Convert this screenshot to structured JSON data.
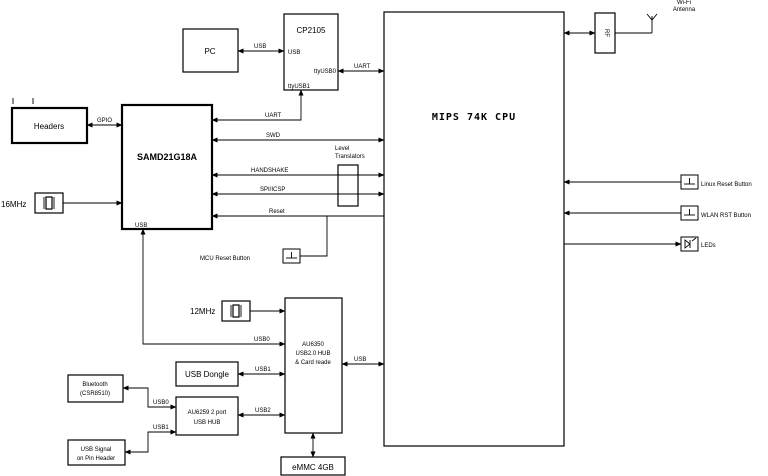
{
  "blocks": {
    "cpu": "MIPS 74K CPU",
    "mcu": "SAMD21G18A",
    "mcu_usb_port": "USB",
    "cp2105": "CP2105",
    "cp2105_usb": "USB",
    "cp2105_ttyusb0": "ttyUSB0",
    "cp2105_ttyusb1": "ttyUSB1",
    "pc": "PC",
    "headers": "Headers",
    "rf": "RF",
    "wifi_antenna_line1": "Wi-Fi",
    "wifi_antenna_line2": "Antenna",
    "level_translators_line1": "Level",
    "level_translators_line2": "Translators",
    "xtal_16": "16MHz",
    "xtal_12": "12MHz",
    "hub_line1": "AU6350",
    "hub_line2": "USB2.0 HUB",
    "hub_line3": "& Card reade",
    "usb_dongle": "USB Dongle",
    "au6259_line1": "AU6259 2 port",
    "au6259_line2": "USB HUB",
    "bluetooth_line1": "Bluetooth",
    "bluetooth_line2": "(CSR8510)",
    "usb_signal_line1": "USB Signal",
    "usb_signal_line2": "on Pin Header",
    "emmc": "eMMC 4GB",
    "mcu_reset_button": "MCU Reset Button",
    "linux_reset_button": "Linux Reset Button",
    "wlan_rst_button": "WLAN RST Button",
    "leds": "LEDs"
  },
  "links": {
    "pc_cp2105": "USB",
    "cp2105_cpu": "UART",
    "mcu_cp2105": "UART",
    "gpio": "GPIO",
    "swd": "SWD",
    "handshake": "HANDSHAKE",
    "spi_icsp": "SPI/ICSP",
    "reset": "Reset",
    "usb0_mcu": "USB0",
    "hub_cpu": "USB",
    "usb1_dongle": "USB1",
    "usb2_au6259": "USB2",
    "usb0_bluetooth": "USB0",
    "usb1_signal": "USB1"
  },
  "colors": {
    "line": "#000000",
    "background": "#ffffff"
  }
}
